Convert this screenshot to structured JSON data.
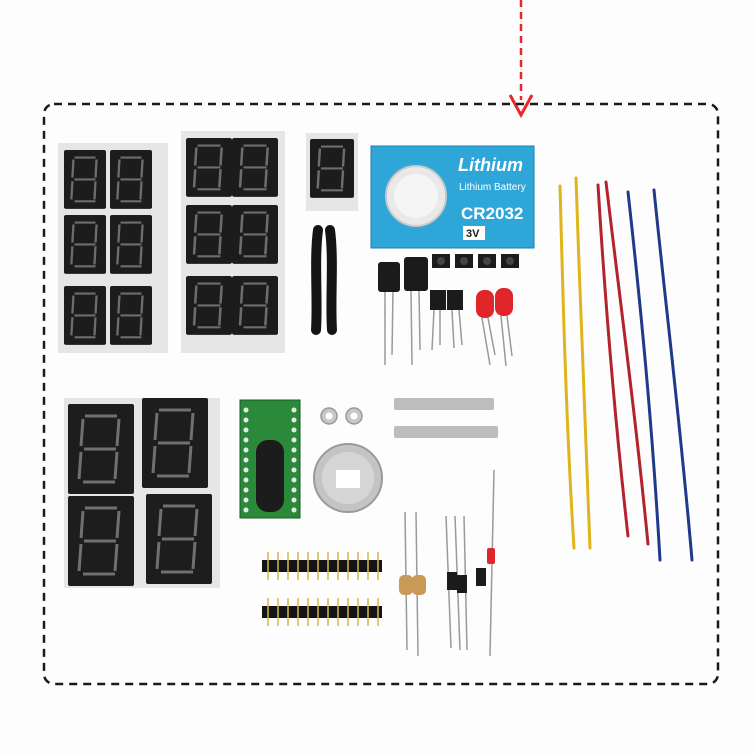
{
  "battery": {
    "brand": "Lithium",
    "subtitle": "Lithium Battery",
    "model": "CR2032",
    "voltage": "3V"
  },
  "colors": {
    "background": "#fdfdfd",
    "dashed_frame": "#1a1a1a",
    "arrow": "#e8262b",
    "battery_card": "#2fa6d8",
    "display_body": "#1b1b1b",
    "segment": "#3a3a3a",
    "pcb": "#2a8a3a",
    "wire_yellow": "#e0b41a",
    "wire_red": "#b3232b",
    "wire_blue": "#1f3a8a",
    "led_red": "#e0262b"
  },
  "icons": {
    "arrow": "dashed-down-arrow-icon"
  }
}
